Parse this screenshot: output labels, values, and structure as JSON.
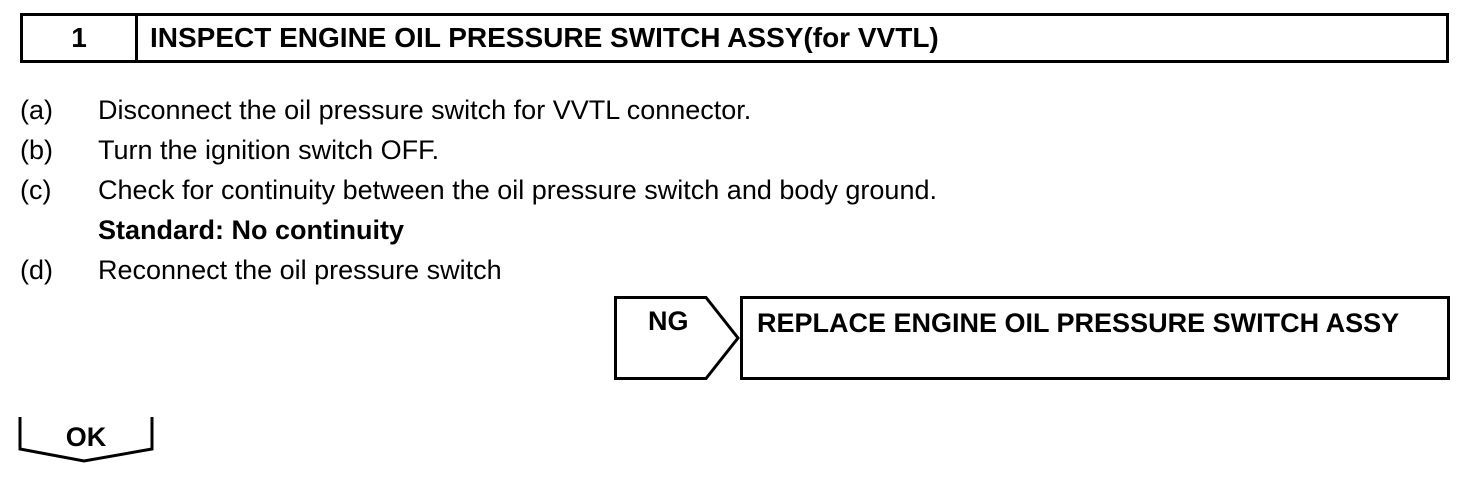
{
  "header": {
    "step_number": "1",
    "title": "INSPECT ENGINE OIL PRESSURE SWITCH ASSY(for VVTL)"
  },
  "steps": [
    {
      "label": "(a)",
      "text": "Disconnect the oil pressure switch for VVTL connector."
    },
    {
      "label": "(b)",
      "text": "Turn the ignition switch OFF."
    },
    {
      "label": "(c)",
      "text": "Check for continuity between the oil pressure switch and body ground."
    },
    {
      "label": "",
      "text": "Standard: No continuity"
    },
    {
      "label": "(d)",
      "text": "Reconnect the oil pressure switch"
    }
  ],
  "ng": {
    "label": "NG",
    "action": "REPLACE ENGINE OIL PRESSURE SWITCH ASSY"
  },
  "ok": {
    "label": "OK"
  }
}
